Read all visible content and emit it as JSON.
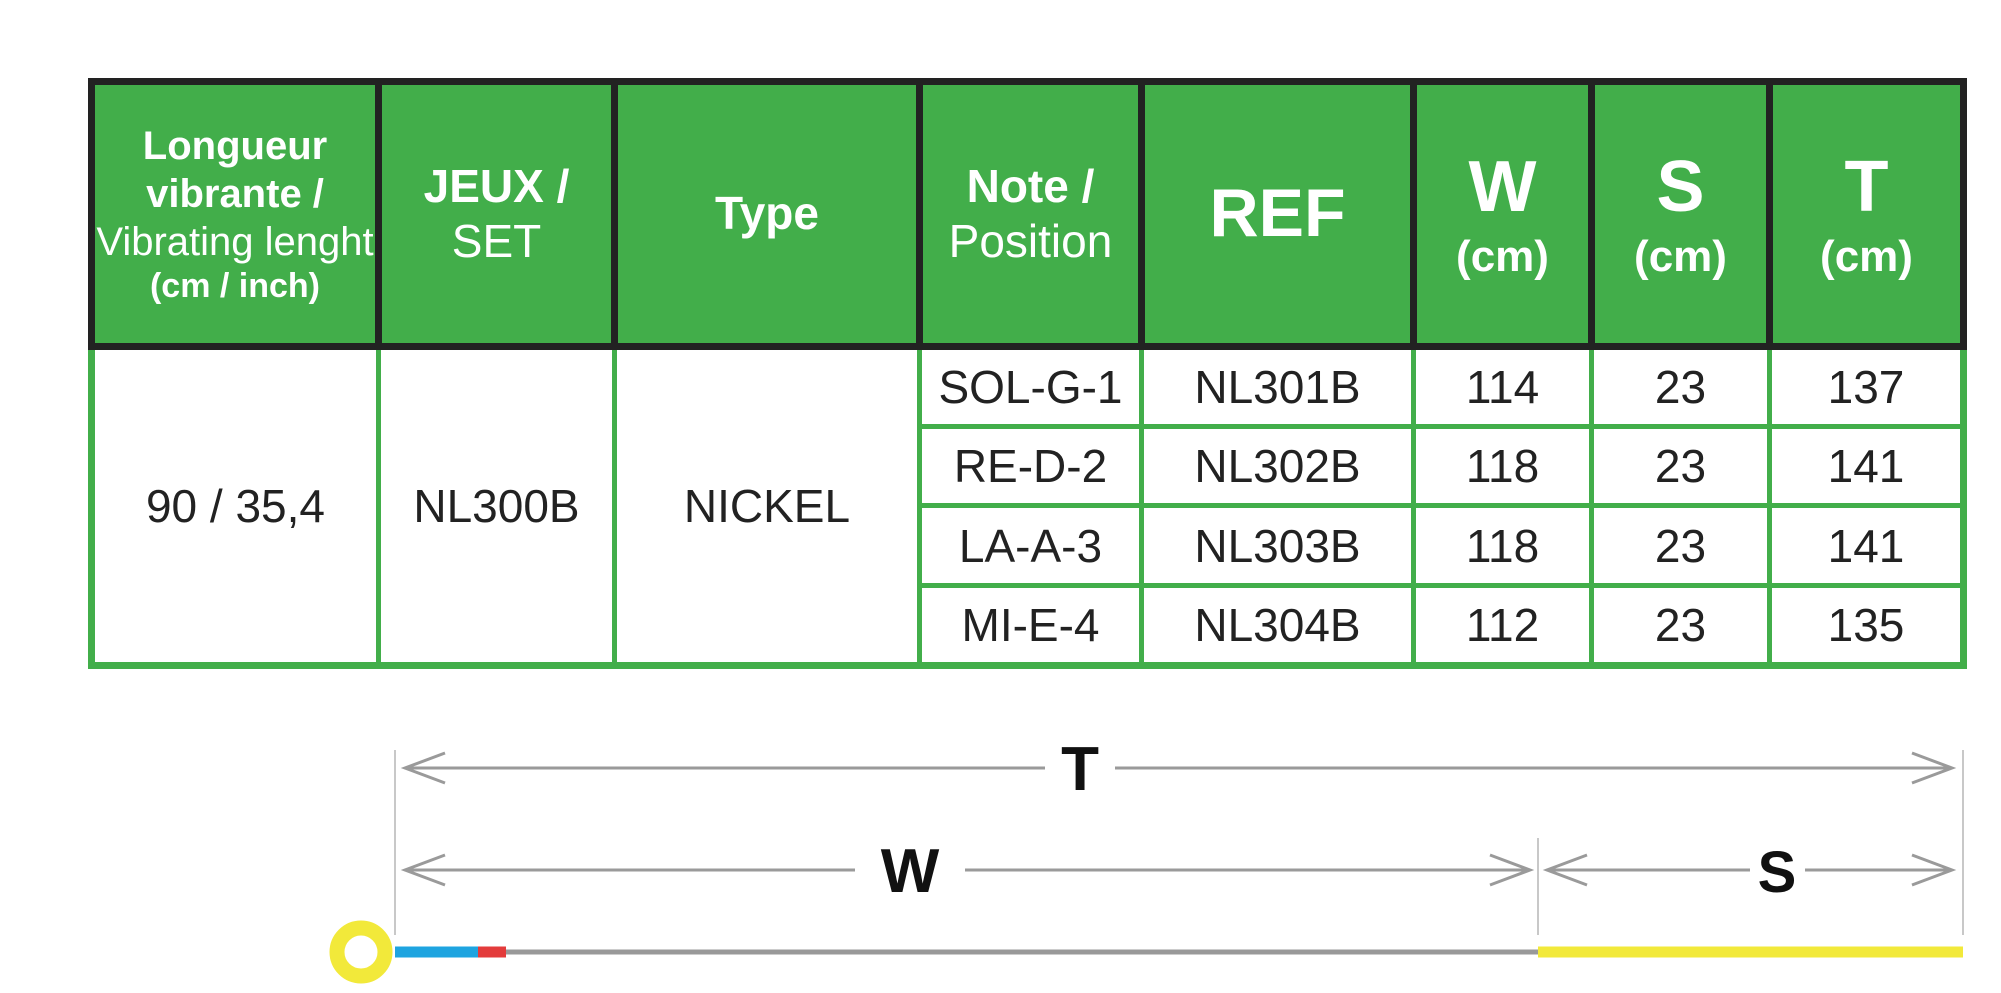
{
  "table": {
    "headers": {
      "length": {
        "bold": "Longueur vibrante /",
        "light": "Vibrating lenght",
        "small": "(cm / inch)"
      },
      "set": {
        "bold": "JEUX /",
        "light": "SET"
      },
      "type": {
        "bold": "Type"
      },
      "note": {
        "bold": "Note /",
        "light": "Position"
      },
      "ref": {
        "bold": "REF"
      },
      "w": {
        "bold": "W",
        "unit": "(cm)"
      },
      "s": {
        "bold": "S",
        "unit": "(cm)"
      },
      "t": {
        "bold": "T",
        "unit": "(cm)"
      }
    },
    "merged": {
      "length": "90 / 35,4",
      "set": "NL300B",
      "type": "NICKEL"
    },
    "rows": [
      {
        "note": "SOL-G-1",
        "ref": "NL301B",
        "w": "114",
        "s": "23",
        "t": "137"
      },
      {
        "note": "RE-D-2",
        "ref": "NL302B",
        "w": "118",
        "s": "23",
        "t": "141"
      },
      {
        "note": "LA-A-3",
        "ref": "NL303B",
        "w": "118",
        "s": "23",
        "t": "141"
      },
      {
        "note": "MI-E-4",
        "ref": "NL304B",
        "w": "112",
        "s": "23",
        "t": "135"
      }
    ]
  },
  "diagram": {
    "labels": {
      "t": "T",
      "w": "W",
      "s": "S"
    },
    "colors": {
      "arrow": "#9a9a9a",
      "string": "#999999",
      "ball_end": "#f2e93a",
      "blue_wrap": "#1ea4e0",
      "red_wrap": "#e33b3b",
      "silk": "#f2e93a"
    }
  }
}
